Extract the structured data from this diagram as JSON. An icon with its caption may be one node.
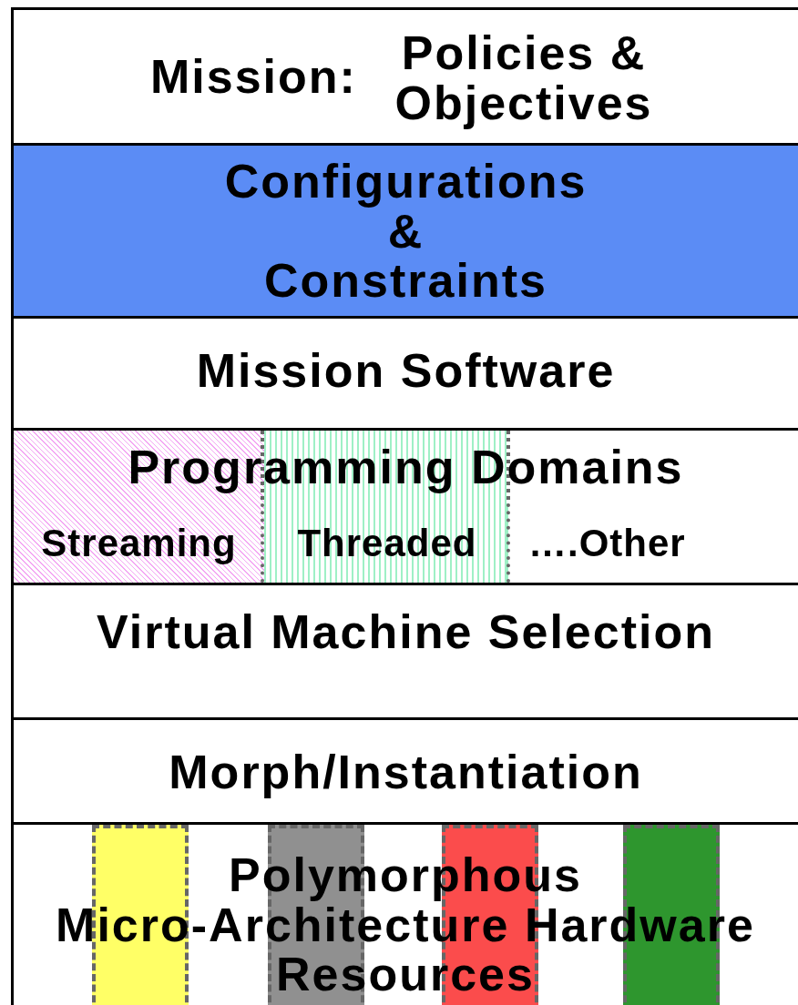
{
  "diagram": {
    "nodes": [
      {
        "text": [
          "Mission:",
          "Policies & Objectives"
        ]
      },
      {
        "text": [
          "Configurations & Constraints"
        ]
      },
      {
        "text": [
          "Mission Software"
        ]
      },
      {
        "text": [
          "Programming Domains"
        ]
      },
      {
        "text": [
          "Streaming"
        ],
        "in": 3
      },
      {
        "text": [
          "Threaded"
        ],
        "in": 3
      },
      {
        "text": [
          "….Other"
        ],
        "in": 3
      },
      {
        "text": [
          "Virtual Machine Selection"
        ]
      },
      {
        "text": [
          "Morph/Instantiation"
        ]
      },
      {
        "text": [
          "Polymorphous Micro-Architecture Hardware Resources"
        ]
      },
      {
        "text": [],
        "shape": "bar",
        "in": 9
      },
      {
        "text": [],
        "shape": "bar",
        "in": 9
      },
      {
        "text": [],
        "shape": "bar",
        "in": 9
      },
      {
        "text": [],
        "shape": "bar",
        "in": 9
      }
    ]
  }
}
